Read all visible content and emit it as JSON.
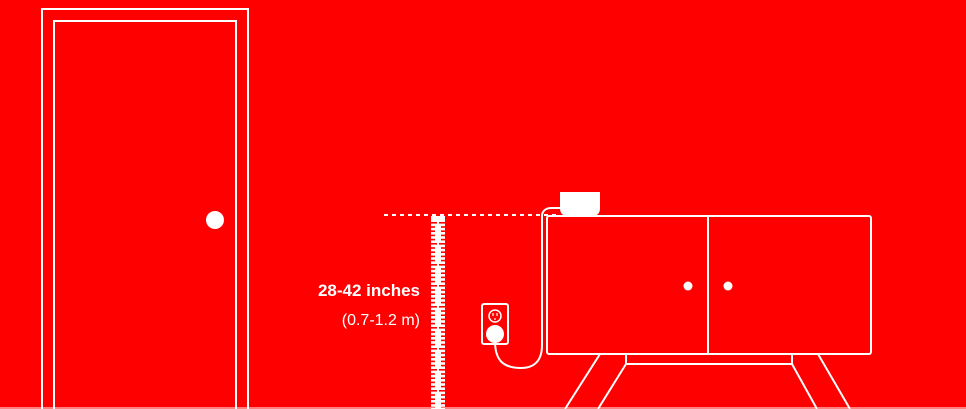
{
  "colors": {
    "background": "#ff0000",
    "line": "#ffffff"
  },
  "height_label": {
    "primary": "28-42 inches",
    "secondary": "(0.7-1.2 m)"
  },
  "icons": [
    "door",
    "door-knob",
    "measuring-tape",
    "wall-outlet",
    "power-cable",
    "smart-speaker-device",
    "sideboard-cabinet",
    "cabinet-knob"
  ]
}
